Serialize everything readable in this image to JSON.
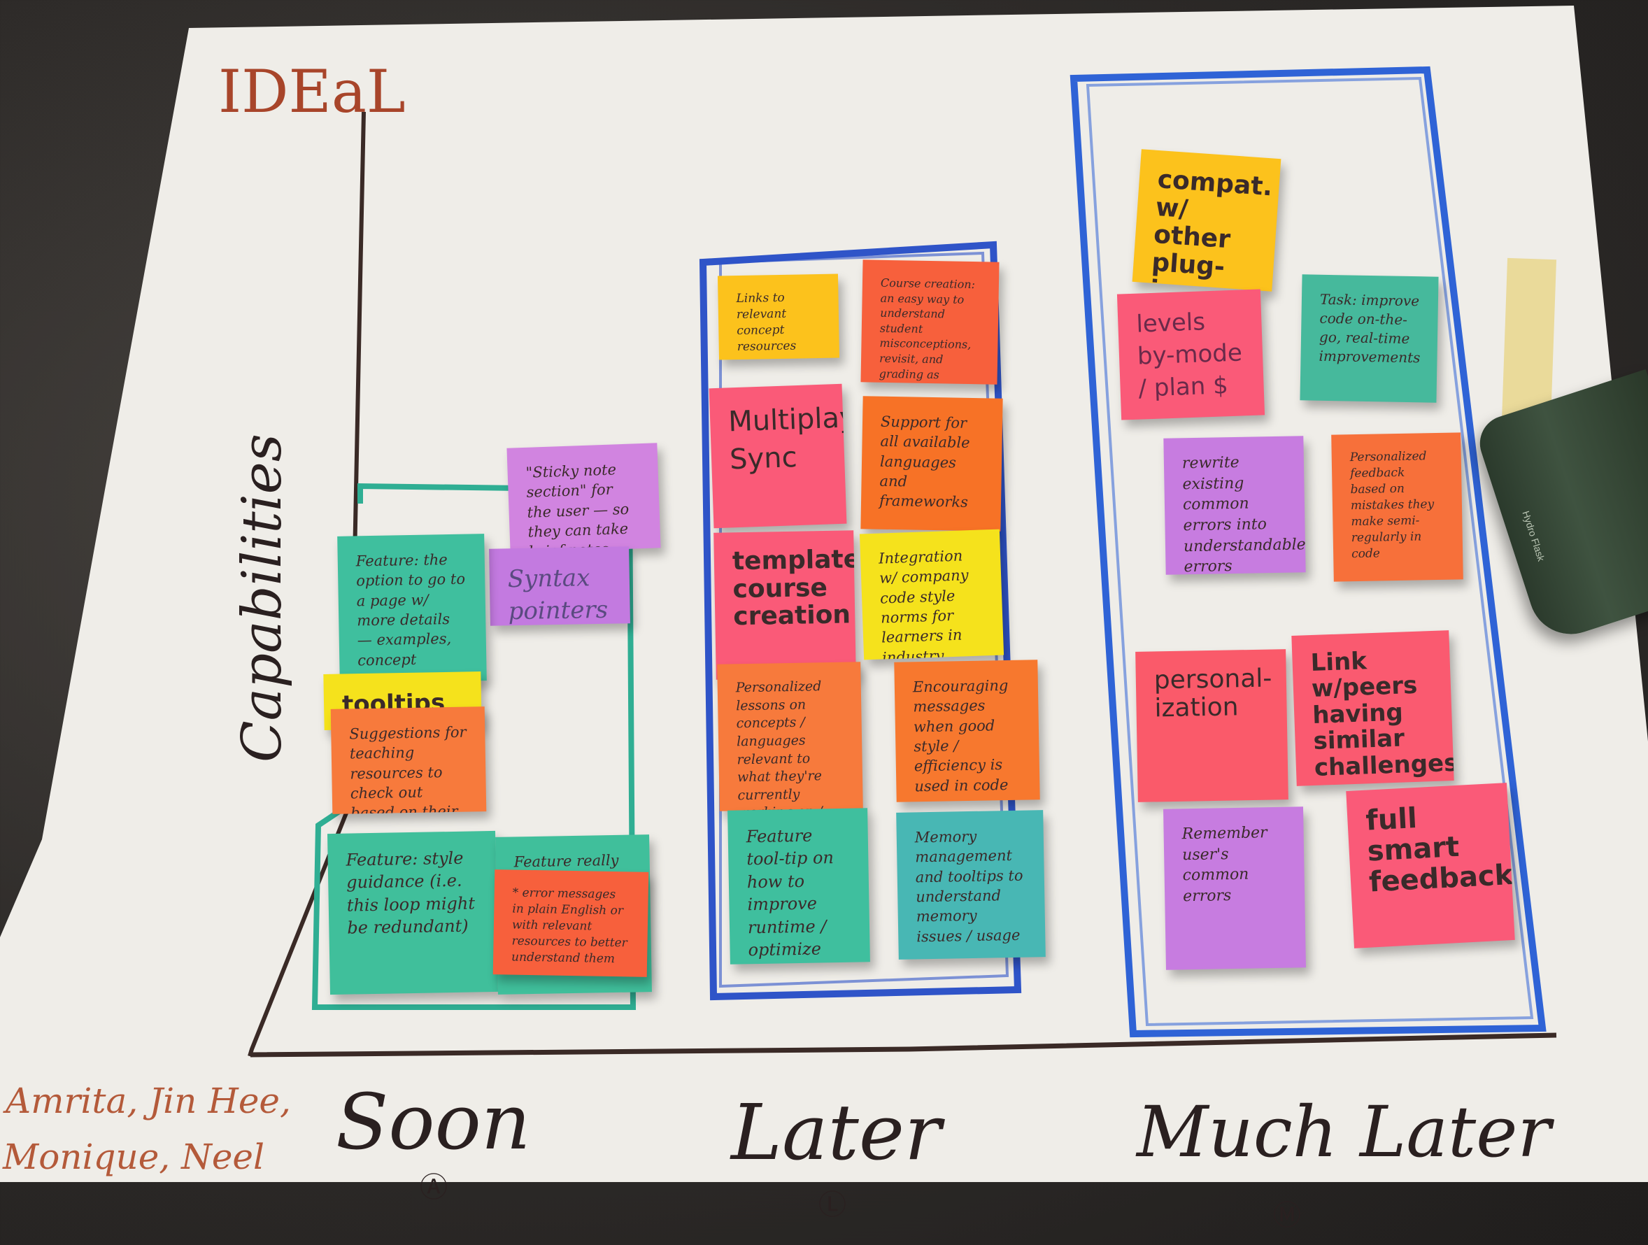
{
  "board": {
    "title": "IDEaL",
    "y_axis_label": "Capabilities",
    "columns": [
      "Soon",
      "Later",
      "Much Later"
    ],
    "column_markers": [
      "Ⓐ",
      "Ⓛ",
      "Ⓜ"
    ],
    "authors_line1": "Amrita, Jin Hee,",
    "authors_line2": "Monique, Neel"
  },
  "colors": {
    "paper": "#efede8",
    "axis": "#3a2a26",
    "title": "#a8452a",
    "authors": "#b45a3a",
    "soon_frame": "#2fae93",
    "later_frame": "#2f54c8",
    "much_later_frame": "#2f63d6"
  },
  "notes": {
    "soon": {
      "sticky_section": "\"Sticky note section\" for the user — so they can take brief notes about prior errors/code/etc",
      "syntax_pointers": "Syntax pointers",
      "feature_page": "Feature: the option to go to a page w/ more details — examples, concept review, etc.",
      "tooltips": "tooltips",
      "suggestions": "Suggestions for teaching resources to check out based on their error",
      "style_guidance": "Feature: style guidance (i.e. this loop might be redundant)",
      "feature_really": "Feature really",
      "error_messages": "* error messages in plain English or with relevant resources to better understand them"
    },
    "later": {
      "links": "Links to relevant concept resources",
      "course_creation": "Course creation: an easy way to understand student misconceptions, revisit, and grading as students write code",
      "multiplayer": "Multiplayer Sync",
      "support": "Support for all available languages and frameworks",
      "templated": "templated course creation",
      "integration": "Integration w/ company code style norms for learners in industry",
      "personalized": "Personalized lessons on concepts / languages relevant to what they're currently working on / learning",
      "encouraging": "Encouraging messages when good style / efficiency is used in code",
      "runtime": "Feature tool-tip on how to improve runtime / optimize code",
      "memory": "Memory management and tooltips to understand memory issues / usage"
    },
    "much_later": {
      "compat": "compat. w/ other plug-ins",
      "levels": "levels by-mode / plan $",
      "task": "Task: improve code on-the-go, real-time improvements",
      "rewrite": "rewrite existing common errors into understandable errors",
      "personalized_feedback": "Personalized feedback based on mistakes they make semi-regularly in code",
      "personalization": "personal-ization",
      "link_peers": "Link w/peers having similar challenges",
      "remember": "Remember user's common errors",
      "smart_feedback": "full smart feedback"
    }
  },
  "objects": {
    "flask_label": "Hydro Flask"
  }
}
